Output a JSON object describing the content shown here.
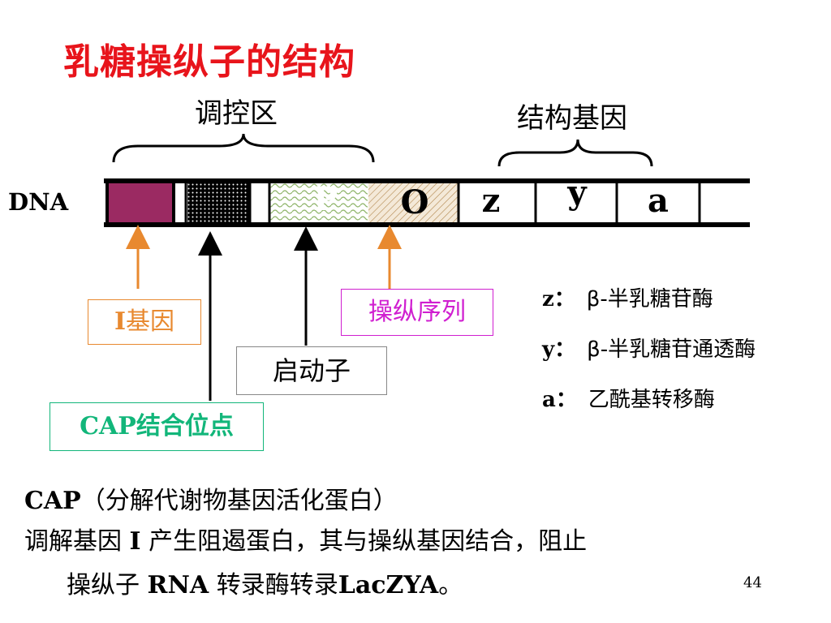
{
  "title": "乳糖操纵子的结构",
  "labels": {
    "regulatory_region": "调控区",
    "structural_genes": "结构基因",
    "dna": "DNA"
  },
  "genes": {
    "z": "z",
    "y": "y",
    "a": "a",
    "p": "P",
    "o": "O"
  },
  "boxes": {
    "i_gene_prefix": "I",
    "i_gene_suffix": "基因",
    "operator": "操纵序列",
    "promoter": "启动子",
    "cap_prefix": "CAP",
    "cap_suffix": "结合位点"
  },
  "legend": [
    {
      "key": "z：",
      "value": "β-半乳糖苷酶"
    },
    {
      "key": "y：",
      "value": "β-半乳糖苷通透酶"
    },
    {
      "key": "a：",
      "value": "乙酰基转移酶"
    }
  ],
  "notes": {
    "line1_prefix": "CAP",
    "line1_rest": "（分解代谢物基因活化蛋白）",
    "line2_a": "调解基因 ",
    "line2_b": "I",
    "line2_c": " 产生阻遏蛋白，其与操纵基因结合，阻止",
    "line3_a": "操纵子 ",
    "line3_b": "RNA",
    "line3_c": " 转录酶转录",
    "line3_d": "LacZYA",
    "line3_e": "。"
  },
  "page_number": "44",
  "colors": {
    "title": "#e8141b",
    "i_gene_block": "#9b2a62",
    "i_gene_arrow": "#e8892f",
    "operator_text": "#d01fd0",
    "cap_text": "#12b67a"
  }
}
